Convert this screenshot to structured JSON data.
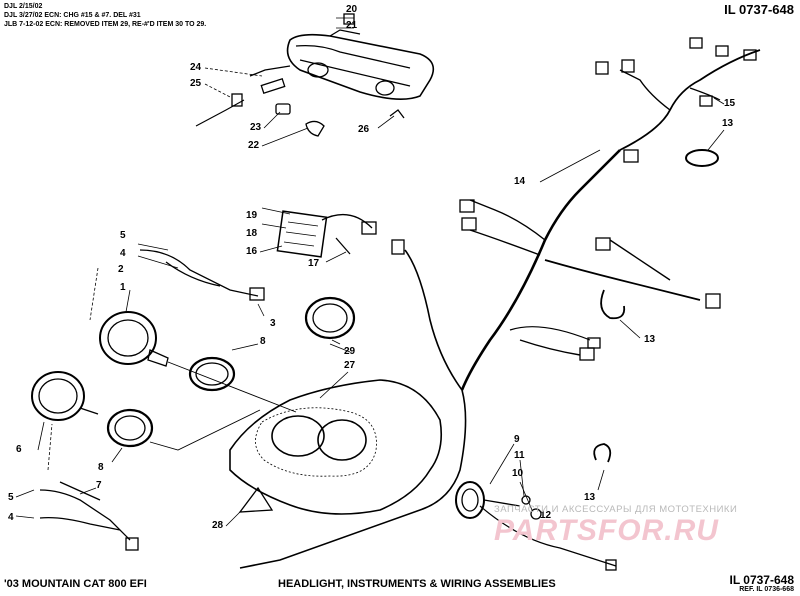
{
  "notes": [
    "DJL 2/15/02",
    "DJL 3/27/02 ECN: CHG #15 & #7. DEL #31",
    "JLB 7-12-02 ECN: REMOVED ITEM 29, RE-#'D ITEM 30 TO 29."
  ],
  "drawing_number": "IL 0737-648",
  "drawing_number_bottom": "IL 0737-648",
  "reference": "REF. IL 0736-668",
  "model": "'03 MOUNTAIN CAT 800 EFI",
  "title": "HEADLIGHT, INSTRUMENTS & WIRING ASSEMBLIES",
  "watermark": {
    "line1": "ЗАПЧАСТИ И АКСЕССУАРЫ ДЛЯ МОТОТЕХНИКИ",
    "line2": "PARTSFOR.RU"
  },
  "callouts": [
    "20",
    "21",
    "24",
    "25",
    "23",
    "22",
    "26",
    "15",
    "13",
    "14",
    "19",
    "18",
    "16",
    "17",
    "5",
    "4",
    "2",
    "1",
    "3",
    "8",
    "29",
    "27",
    "6",
    "8",
    "7",
    "5",
    "4",
    "28",
    "9",
    "11",
    "10",
    "13",
    "12",
    "13"
  ]
}
